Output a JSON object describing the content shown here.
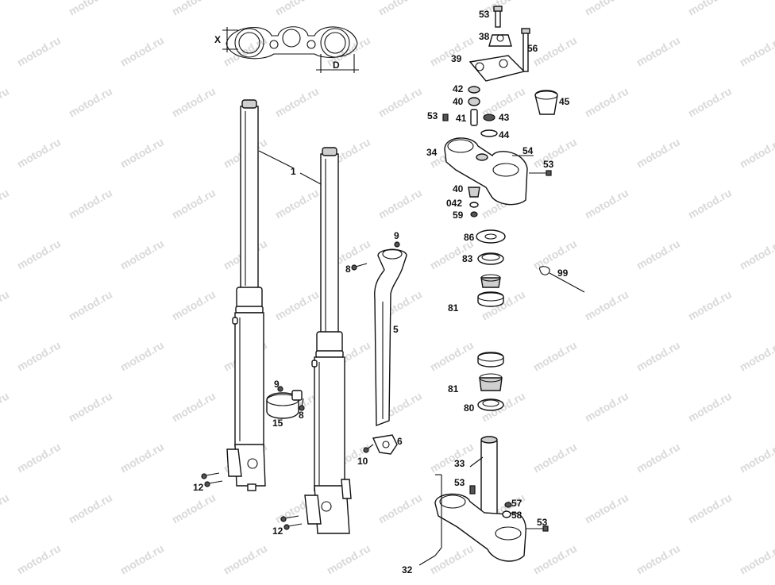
{
  "watermark": "motod.ru",
  "dimension_labels": {
    "x": "X",
    "d": "D"
  },
  "callouts": {
    "c1": "1",
    "c5": "5",
    "c6": "6",
    "c8a": "8",
    "c8b": "8",
    "c9a": "9",
    "c9b": "9",
    "c10": "10",
    "c12a": "12",
    "c12b": "12",
    "c15": "15",
    "c32": "32",
    "c33": "33",
    "c34": "34",
    "c38": "38",
    "c39": "39",
    "c40a": "40",
    "c40b": "40",
    "c41": "41",
    "c42": "42",
    "c042": "042",
    "c43": "43",
    "c44": "44",
    "c45": "45",
    "c53a": "53",
    "c53b": "53",
    "c53c": "53",
    "c53d": "53",
    "c53e": "53",
    "c54": "54",
    "c56": "56",
    "c57": "57",
    "c58": "58",
    "c59": "59",
    "c80": "80",
    "c81a": "81",
    "c81b": "81",
    "c83": "83",
    "c86": "86",
    "c99": "99"
  }
}
